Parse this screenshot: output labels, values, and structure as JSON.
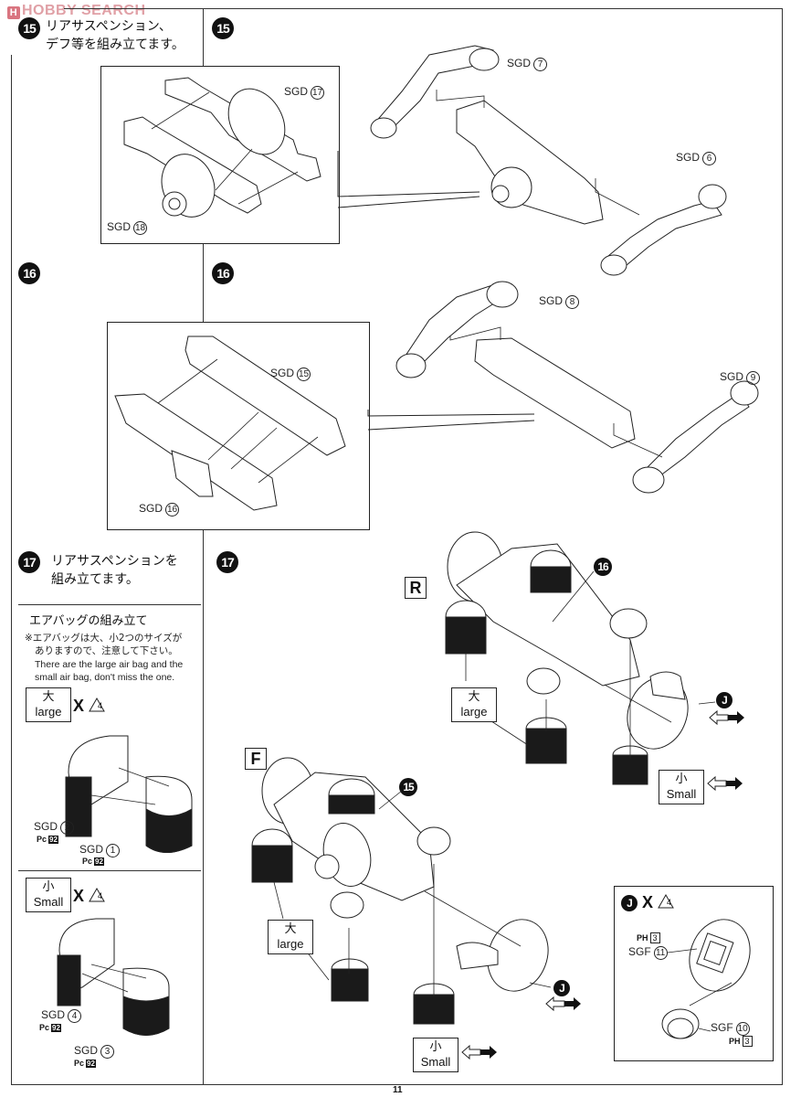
{
  "watermark": {
    "logo": "H",
    "text": "HOBBY SEARCH"
  },
  "page_number": "11",
  "steps": {
    "s15": {
      "number": "15",
      "title_line1": "リアサスペンション、",
      "title_line2": "デフ等を組み立てます。",
      "parts": {
        "a": "SGD",
        "a_num": "17",
        "b": "SGD",
        "b_num": "18",
        "c": "SGD",
        "c_num": "7",
        "d": "SGD",
        "d_num": "6"
      }
    },
    "s16": {
      "number": "16",
      "parts": {
        "a": "SGD",
        "a_num": "15",
        "b": "SGD",
        "b_num": "16",
        "c": "SGD",
        "c_num": "8",
        "d": "SGD",
        "d_num": "9"
      }
    },
    "s17": {
      "number": "17",
      "title_line1": "リアサスペンションを",
      "title_line2": "組み立てます。",
      "airbag_heading": "エアバッグの組み立て",
      "note_jp_line1": "※エアバッグは大、小2つのサイズが",
      "note_jp_line2": "ありますので、注意して下さい。",
      "note_en_line1": "There are the large air bag and the",
      "note_en_line2": "small air bag, don't miss the one.",
      "large": {
        "kanji": "大",
        "label": "large",
        "qty": "X",
        "qty_num": "4"
      },
      "small": {
        "kanji": "小",
        "label": "Small",
        "qty": "X",
        "qty_num": "4"
      },
      "large_parts": {
        "a": "SGD",
        "a_num": "2",
        "a_sheet": "Pc",
        "a_sheet_num": "92",
        "b": "SGD",
        "b_num": "1",
        "b_sheet": "Pc",
        "b_sheet_num": "92"
      },
      "small_parts": {
        "a": "SGD",
        "a_num": "4",
        "a_sheet": "Pc",
        "a_sheet_num": "92",
        "b": "SGD",
        "b_num": "3",
        "b_sheet": "Pc",
        "b_sheet_num": "92"
      },
      "rear_marker": "R",
      "front_marker": "F",
      "callout_16": "16",
      "callout_15": "15",
      "j_marker": "J",
      "j_detail": {
        "qty": "X",
        "qty_num": "4",
        "a_sheet": "PH",
        "a_sheet_num": "3",
        "a": "SGF",
        "a_num": "11",
        "b": "SGF",
        "b_num": "10",
        "b_sheet": "PH",
        "b_sheet_num": "3"
      }
    }
  }
}
